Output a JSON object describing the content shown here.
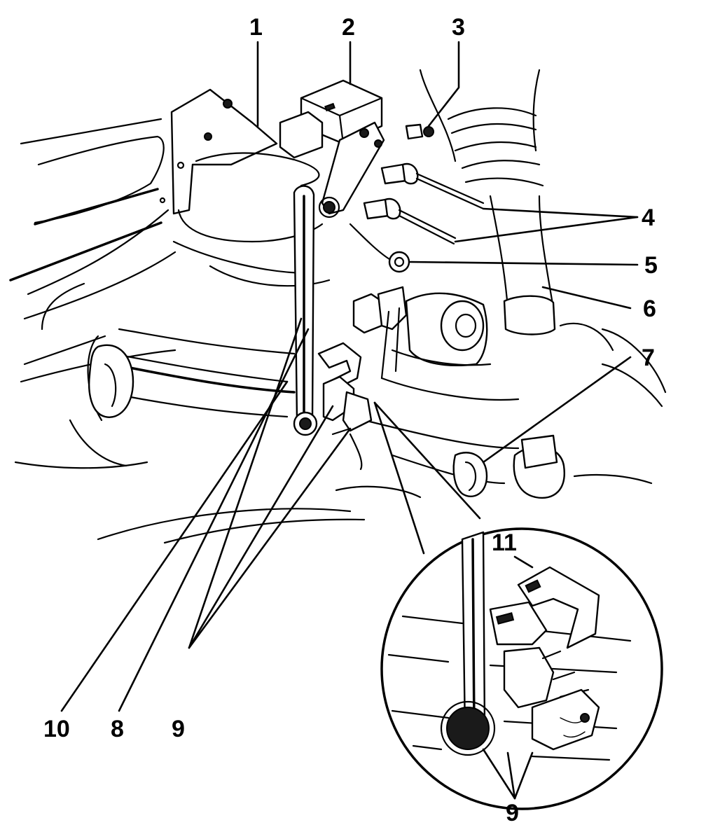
{
  "diagram": {
    "callouts": {
      "c1": "1",
      "c2": "2",
      "c3": "3",
      "c4": "4",
      "c5": "5",
      "c6": "6",
      "c7": "7",
      "c8": "8",
      "c9": "9",
      "c9_inset": "9",
      "c10": "10",
      "c11": "11"
    }
  }
}
